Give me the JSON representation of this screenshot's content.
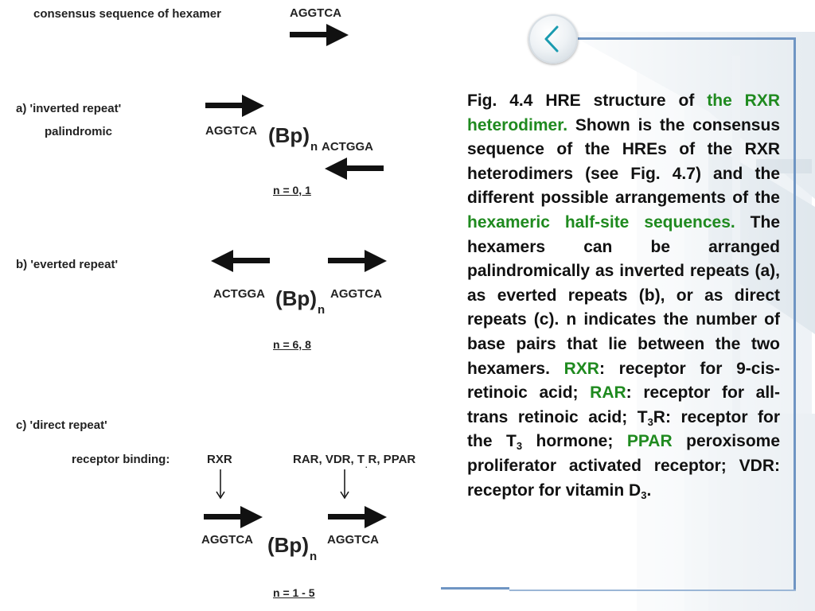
{
  "diagram": {
    "header": {
      "label": "consensus sequence of hexamer",
      "seq": "AGGTCA"
    },
    "a": {
      "title": "a) 'inverted repeat'",
      "subtitle": "palindromic",
      "left_seq": "AGGTCA",
      "bp": "(Bp)",
      "sub": "n",
      "right_seq": "ACTGGA",
      "n": "n = 0, 1"
    },
    "b": {
      "title": "b)  'everted repeat'",
      "left_seq": "ACTGGA",
      "bp": "(Bp)",
      "sub": "n",
      "right_seq": "AGGTCA",
      "n": "n = 6, 8"
    },
    "c": {
      "title": "c) 'direct repeat'",
      "binding_label": "receptor binding:",
      "rxr": "RXR",
      "partners_a": "RAR, VDR, T",
      "partners_dot": ".",
      "partners_b": "R, PPAR",
      "left_seq": "AGGTCA",
      "bp": "(Bp)",
      "sub": "n",
      "right_seq": "AGGTCA",
      "n": "n = 1 - 5"
    }
  },
  "caption": {
    "s1": "Fig. 4.4 HRE structure of ",
    "h1": "the RXR heterodimer.",
    "s2": " Shown is the consensus sequence of the HREs of the RXR heterodimers (see Fig. 4.7) and the different possible arrangements of the ",
    "h2": "hexameric half-site sequences.",
    "s3": " The hexamers can be arranged palindromically as inverted repeats (a), as everted repeats (b), or as direct repeats (c). n indicates the number of base pairs that lie between the two hexamers. ",
    "h3": "RXR",
    "s4": ": receptor for 9-cis-retinoic acid; ",
    "h4": "RAR",
    "s5": ": receptor for all-trans retinoic acid; T",
    "sub1": "3",
    "s6": "R: receptor for the T",
    "sub2": "3",
    "s7": " hormone; ",
    "h5": "PPAR",
    "s8": " peroxisome proliferator activated receptor; VDR: receptor for vitamin D",
    "sub3": "3",
    "s9": "."
  },
  "colors": {
    "highlight": "#1f8a1f",
    "frame": "#6f95c3",
    "text": "#111111"
  },
  "icons": {
    "back": "chevron-left-icon",
    "arrows": "arrow-icon"
  }
}
